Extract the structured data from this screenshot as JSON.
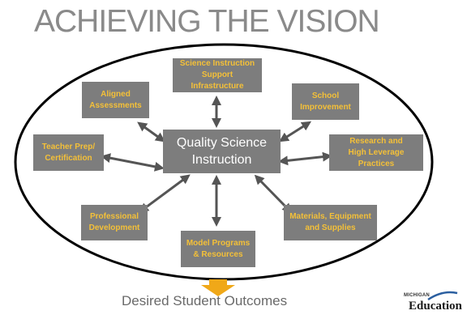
{
  "title": "ACHIEVING THE VISION",
  "center": {
    "line1": "Quality Science",
    "line2": "Instruction"
  },
  "nodes": [
    {
      "id": "science-support",
      "line1": "Science Instruction",
      "line2": "Support Infrastructure"
    },
    {
      "id": "aligned-assessments",
      "line1": "Aligned",
      "line2": "Assessments"
    },
    {
      "id": "school-improvement",
      "line1": "School",
      "line2": "Improvement"
    },
    {
      "id": "teacher-prep",
      "line1": "Teacher Prep/",
      "line2": "Certification"
    },
    {
      "id": "research",
      "line1": "Research and",
      "line2": "High Leverage Practices"
    },
    {
      "id": "professional-development",
      "line1": "Professional",
      "line2": "Development"
    },
    {
      "id": "materials",
      "line1": "Materials, Equipment",
      "line2": "and Supplies"
    },
    {
      "id": "model-programs",
      "line1": "Model Programs",
      "line2": "& Resources"
    }
  ],
  "outcome": "Desired Student Outcomes",
  "logo": {
    "small": "MICHIGAN",
    "big": "Education"
  },
  "colors": {
    "box_fill": "#7d7d7d",
    "node_text": "#f4c038",
    "center_text": "#ffffff",
    "title": "#8a8a8a",
    "arrow": "#555555",
    "outcome_arrow": "#f0a818",
    "ellipse_stroke": "#000000"
  }
}
